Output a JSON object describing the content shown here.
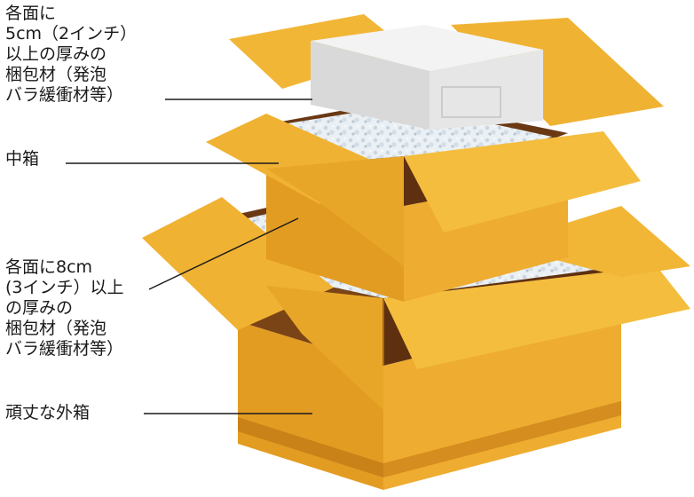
{
  "colors": {
    "cardboard": "#e8a628",
    "cardboard_light": "#f4bd3e",
    "cardboard_dark": "#b9791a",
    "interior": "#6a3813",
    "tape": "#cf8c1d",
    "foam": "#dfe7ec",
    "product": "#ececec",
    "leader_line": "#1a1a1a"
  },
  "labels": {
    "inner_padding": {
      "lines": [
        "各面に",
        "5cm（2インチ）",
        "以上の厚みの",
        "梱包材（発泡",
        "バラ緩衝材等）"
      ]
    },
    "inner_box": {
      "lines": [
        "中箱"
      ]
    },
    "outer_padding": {
      "lines": [
        "各面に8cm",
        "(3インチ）以上",
        "の厚みの",
        "梱包材（発泡",
        "バラ緩衝材等）"
      ]
    },
    "outer_box": {
      "lines": [
        "頑丈な外箱"
      ]
    }
  }
}
